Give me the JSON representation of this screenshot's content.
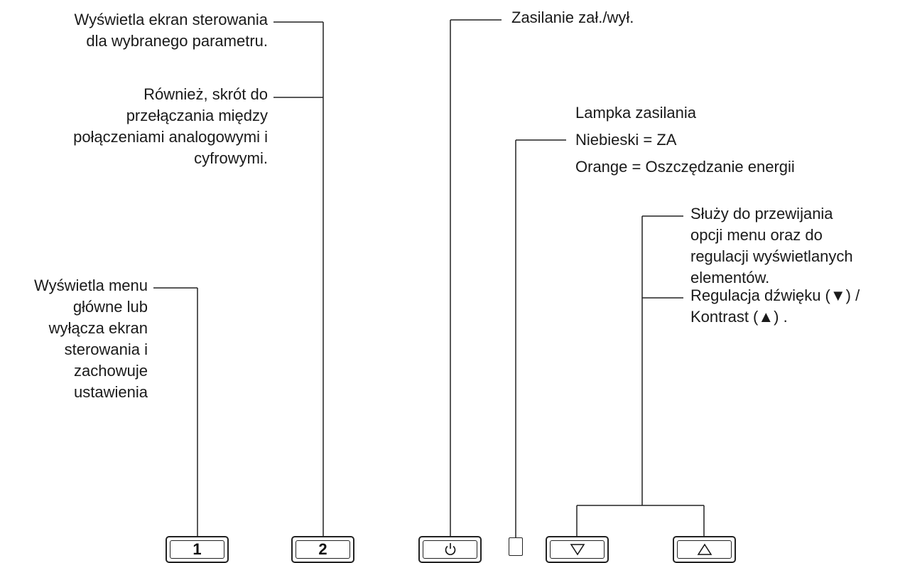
{
  "annotations": {
    "display_control": [
      "Wyświetla ekran sterowania",
      "dla wybranego parametru."
    ],
    "shortcut": [
      "Również, skrót do",
      "przełączania między",
      "połączeniami analogowymi i",
      "cyfrowymi."
    ],
    "menu": [
      "Wyświetla menu",
      "główne lub",
      "wyłącza ekran",
      "sterowania i",
      "zachowuje",
      "ustawienia"
    ],
    "power": [
      "Zasilanie zał./wył."
    ],
    "lamp": [
      "Lampka zasilania",
      "Niebieski = ZA",
      "Orange = Oszczędzanie energii"
    ],
    "scroll": [
      "Służy do przewijania",
      "opcji menu oraz do",
      "regulacji wyświetlanych",
      "elementów."
    ],
    "volume": [
      "Regulacja dźwięku (▼) /",
      "Kontrast  (▲) ."
    ]
  },
  "buttons": {
    "button_1": "1",
    "button_2": "2",
    "power": "power-icon",
    "down": "down-triangle-icon",
    "up": "up-triangle-icon"
  },
  "colors": {
    "line": "#222222",
    "text": "#1a1a1a"
  }
}
